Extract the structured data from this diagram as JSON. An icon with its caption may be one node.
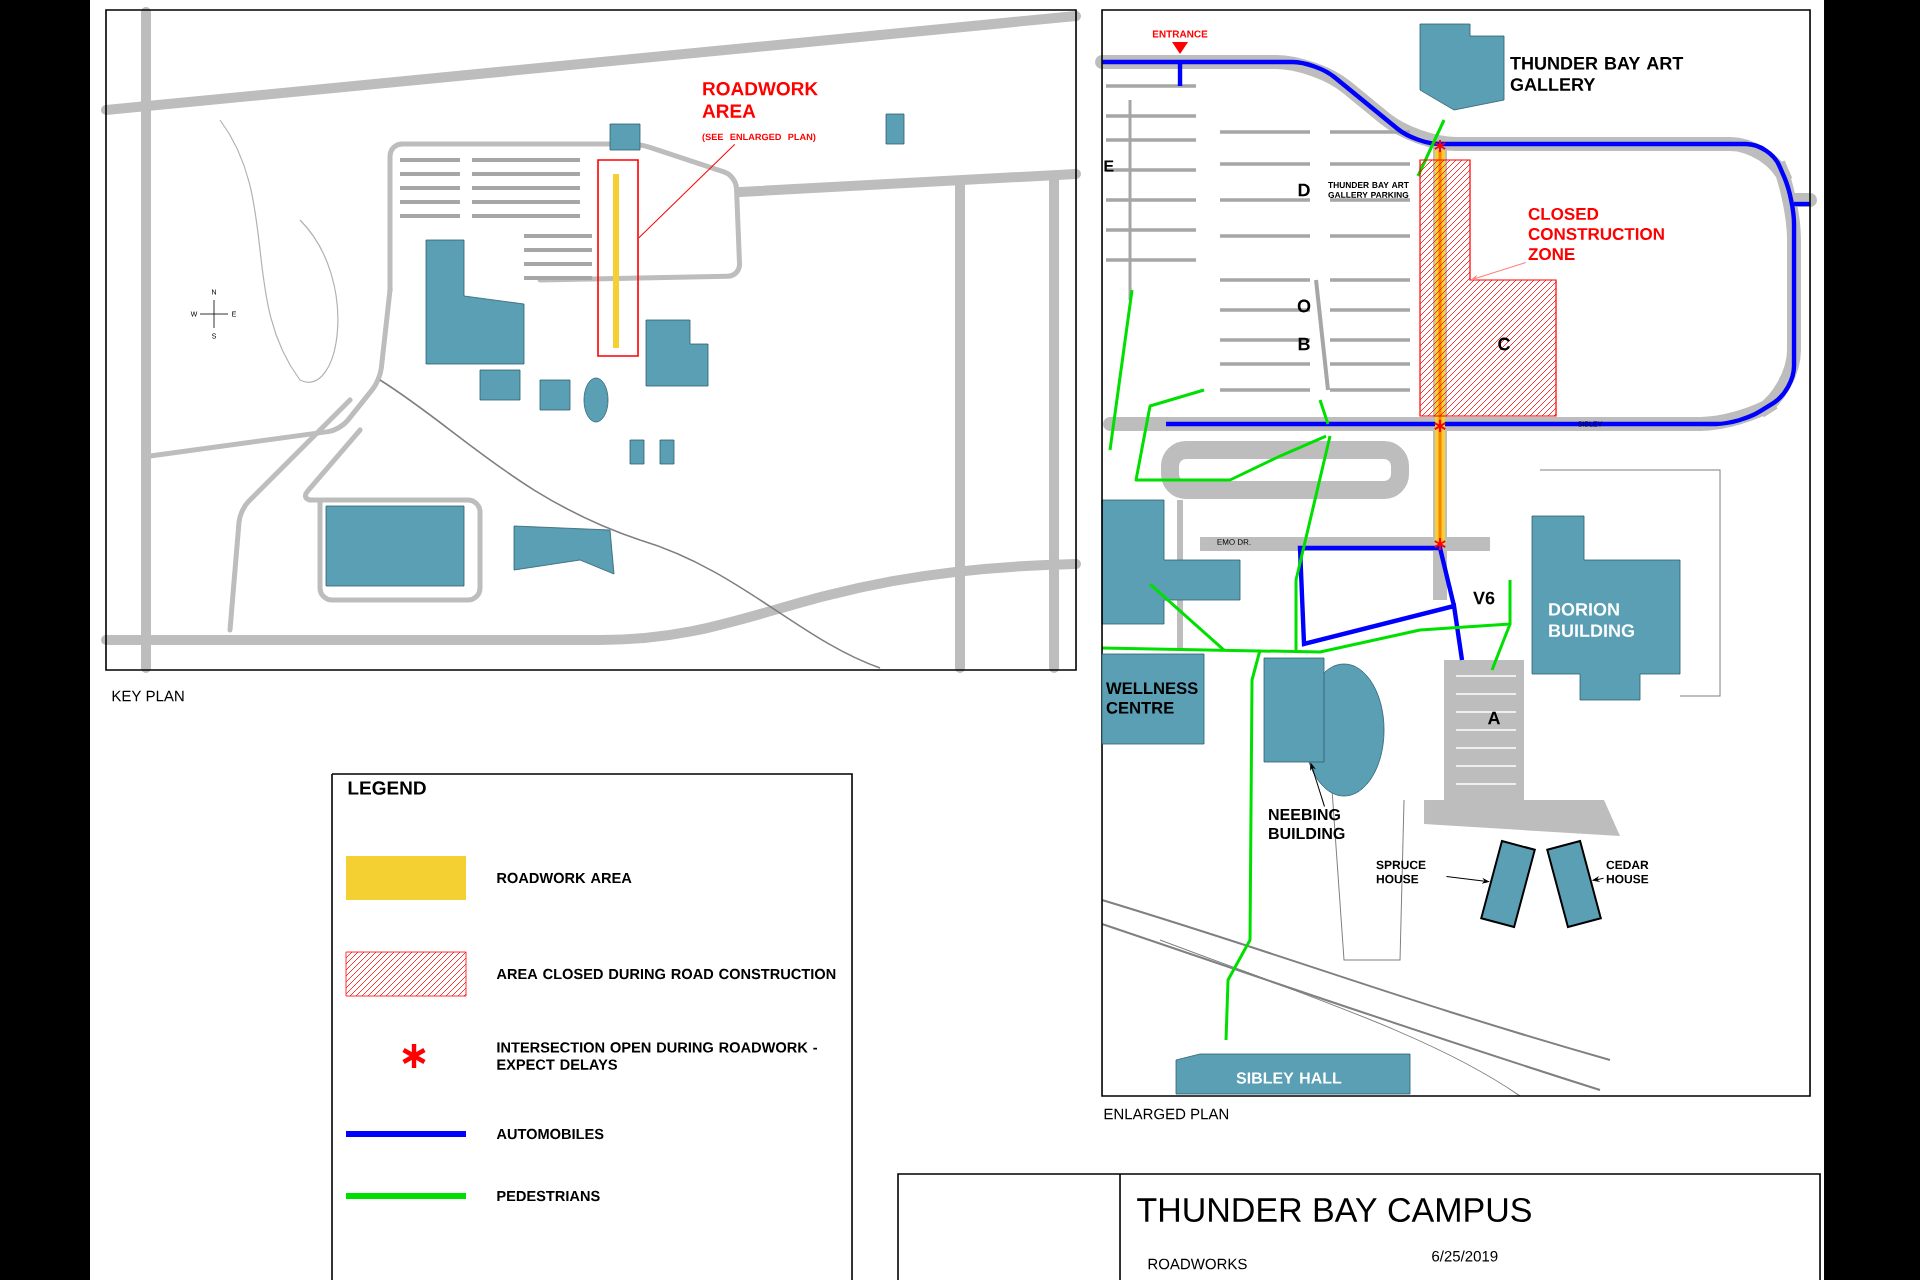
{
  "diagram": {
    "title": "THUNDER BAY CAMPUS",
    "nodes": [
      {
        "text": [
          "ROADWORK AREA",
          "(SEE ENLARGED PLAN)"
        ]
      },
      {
        "text": [],
        "shape": "box"
      },
      {
        "text": [
          "CLOSED CONSTRUCTION ZONE"
        ]
      },
      {
        "text": [],
        "shape": "box"
      },
      {
        "text": [
          "THUNDER BAY ART GALLERY"
        ]
      },
      {
        "text": [
          "DORION BUILDING"
        ]
      },
      {
        "text": [
          "WELLNESS CENTRE"
        ]
      },
      {
        "text": [
          "NEEBING BUILDING"
        ]
      },
      {
        "text": [],
        "shape": "box"
      },
      {
        "text": [
          "SPRUCE HOUSE"
        ]
      },
      {
        "text": [],
        "shape": "box"
      },
      {
        "text": [
          "CEDAR HOUSE"
        ]
      },
      {
        "text": [],
        "shape": "box"
      },
      {
        "text": [
          "SIBLEY HALL"
        ]
      }
    ],
    "edges": [
      {
        "from": 0,
        "to": 1,
        "arrow": "none",
        "color": "#ff0000"
      },
      {
        "from": 2,
        "to": 3,
        "arrow": "to",
        "color": "#ff8080"
      },
      {
        "from": 7,
        "to": 8,
        "arrow": "to"
      },
      {
        "from": 9,
        "to": 10,
        "arrow": "to"
      },
      {
        "from": 11,
        "to": 12,
        "arrow": "to"
      }
    ],
    "labels": [
      "KEY PLAN",
      "N",
      "W",
      "E",
      "S",
      "ENTRANCE",
      "E",
      "D",
      "THUNDER BAY ART GALLERY PARKING",
      "O",
      "B",
      "C",
      "SIBLEY",
      "EMO DR.",
      "V6",
      "A",
      "ENLARGED PLAN",
      "LEGEND",
      "ROADWORKS",
      "6/25/2019"
    ],
    "legend": [
      {
        "text": "ROADWORK AREA",
        "color": "#f5d033"
      },
      {
        "text": "AREA CLOSED DURING ROAD CONSTRUCTION"
      },
      {
        "text": "INTERSECTION OPEN DURING ROADWORK - EXPECT DELAYS"
      },
      {
        "text": "AUTOMOBILES"
      },
      {
        "text": "PEDESTRIANS"
      }
    ]
  }
}
